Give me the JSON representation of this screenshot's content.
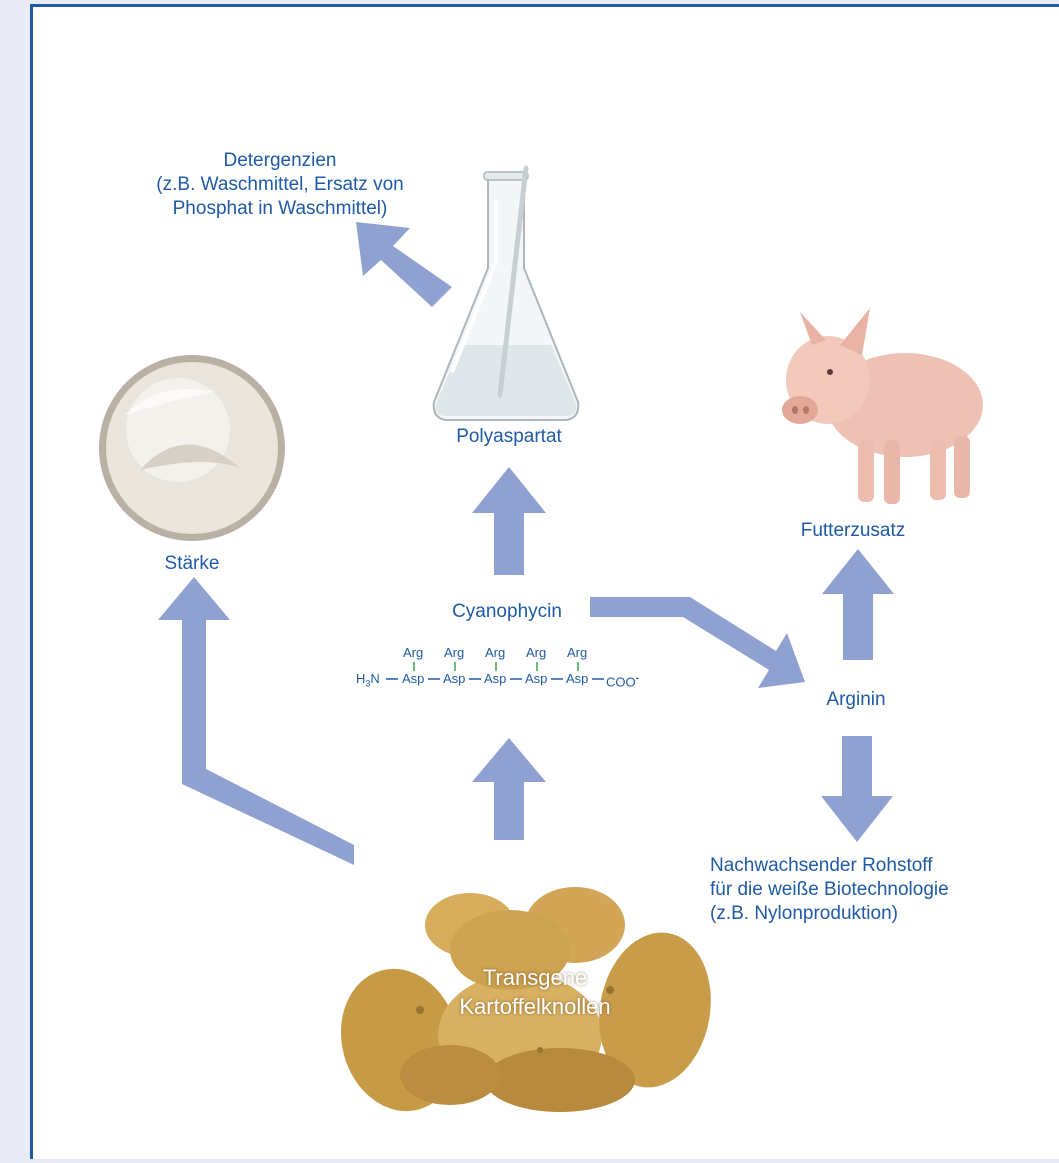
{
  "labels": {
    "detergents": [
      "Detergenzien",
      "(z.B. Waschmittel, Ersatz von",
      "Phosphat in Waschmittel)"
    ],
    "polyaspartate": "Polyaspartat",
    "starch": "Stärke",
    "feed_additive": "Futterzusatz",
    "cyanophycin": "Cyanophycin",
    "arginine": "Arginin",
    "raw_material": [
      "Nachwachsender Rohstoff",
      "für die weiße Biotechnologie",
      "(z.B. Nylonproduktion)"
    ],
    "potato": [
      "Transgene",
      "Kartoffelknollen"
    ]
  },
  "formula": {
    "side_chain": "Arg",
    "residue": "Asp",
    "n_terminus": "H3N",
    "c_terminus": "COO",
    "repeats": 5
  },
  "colors": {
    "text": "#1f5aa6",
    "arrow": "#8fa1d0",
    "bond": "#3aa64a",
    "frame": "#1f5aa6",
    "background": "#e8ebf4"
  },
  "images": [
    "flour-bowl",
    "erlenmeyer-flask",
    "pig",
    "potatoes"
  ]
}
